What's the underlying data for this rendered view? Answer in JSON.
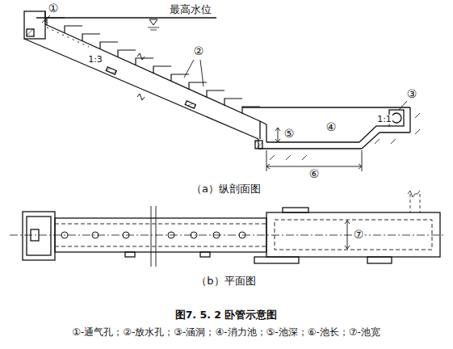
{
  "diagram": {
    "caption": "图7. 5. 2 卧管示意图",
    "labels": [
      "最高水位",
      "①",
      "1:3",
      "②",
      "③",
      "④",
      "⑤",
      "1:1",
      "⑥",
      "（a）纵剖面图",
      "⑦",
      "（b）平面图",
      "①-通气孔；②-放水孔；③-涵洞；④-消力池；⑤-池深；⑥-池长；⑦-池宽"
    ]
  }
}
